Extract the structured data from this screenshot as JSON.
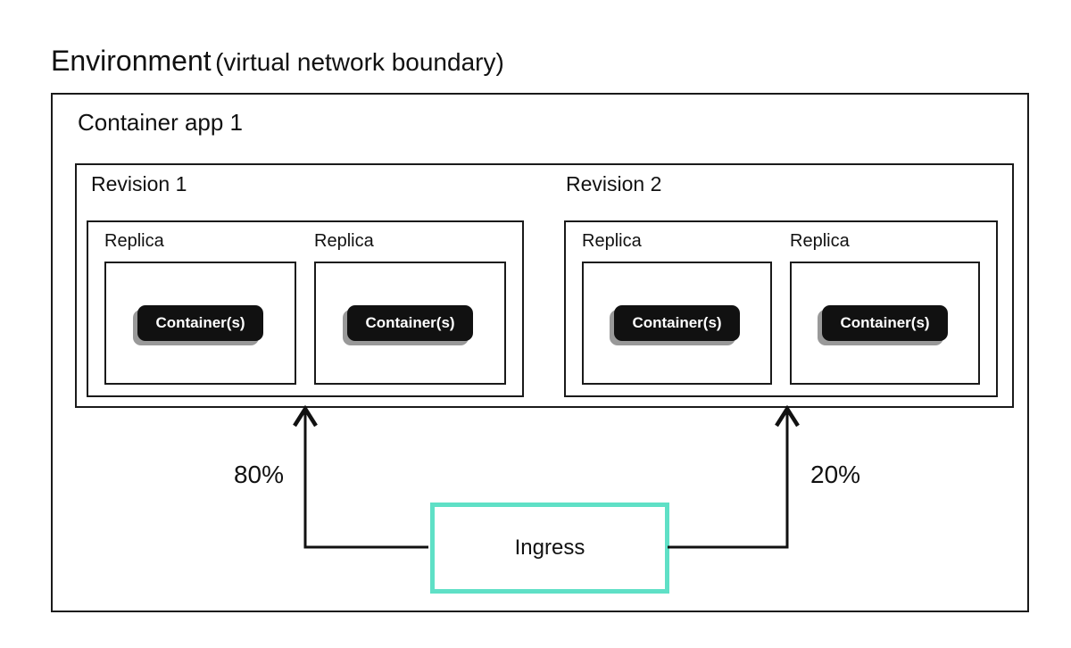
{
  "title": {
    "main": "Environment",
    "sub": "(virtual network boundary)"
  },
  "container_app": {
    "label": "Container app 1"
  },
  "revisions": [
    {
      "label": "Revision 1",
      "traffic": "80%",
      "replicas": [
        {
          "label": "Replica",
          "badge": "Container(s)"
        },
        {
          "label": "Replica",
          "badge": "Container(s)"
        }
      ]
    },
    {
      "label": "Revision 2",
      "traffic": "20%",
      "replicas": [
        {
          "label": "Replica",
          "badge": "Container(s)"
        },
        {
          "label": "Replica",
          "badge": "Container(s)"
        }
      ]
    }
  ],
  "ingress": {
    "label": "Ingress"
  },
  "colors": {
    "ingress_border": "#5fe0c6",
    "badge_bg": "#111111",
    "badge_shadow": "#999999",
    "line": "#111111"
  }
}
